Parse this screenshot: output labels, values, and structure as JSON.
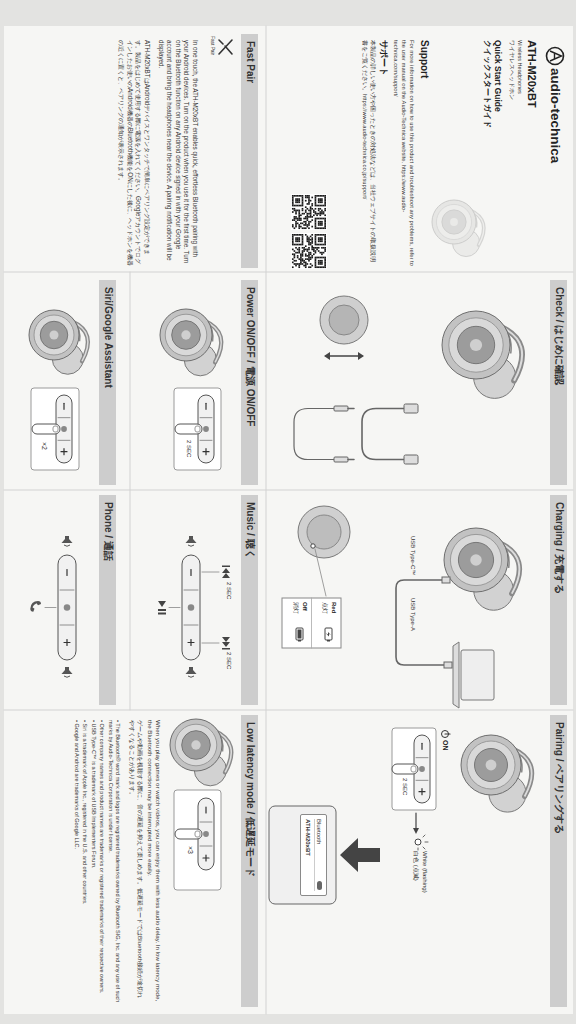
{
  "diagram": {
    "nodes": [
      {
        "text": [
          "Check / はじめに確認"
        ]
      },
      {
        "text": [
          "Charging / 充電する"
        ]
      },
      {
        "text": [
          "Pairing / ペアリングする"
        ]
      },
      {
        "text": [
          "Fast Pair"
        ]
      },
      {
        "text": [
          "Power ON/OFF / 電源 ON/OFF"
        ]
      },
      {
        "text": [
          "Music / 聴く"
        ]
      },
      {
        "text": [
          "Low latency mode / 低遅延モード"
        ]
      },
      {
        "text": [
          "Siri/Google Assistant"
        ]
      },
      {
        "text": [
          "Phone / 通話"
        ]
      },
      {
        "text": [
          "Bluetooth",
          "ATH-M20xBT"
        ]
      }
    ],
    "labels": [
      "audio-technica",
      "ATH-M20xBT",
      "Wireless Headphones",
      "ワイヤレスヘッドホン",
      "Quick Start Guide",
      "クイックスタートガイド",
      "Support",
      "For more information on how to use this product and troubleshoot any problems, refer to the user manual on the Audio-Technica website. https://www.audio-technica.com/support/",
      "サポート",
      "本製品の詳しい使い方や困ったときの対処法などは、当社ウェブサイトの取扱説明書をご覧ください。https://www.audio-technica.co.jp/support/",
      "Fast Pair",
      "In one touch, the ATH-M20xBT enables quick, effortless Bluetooth pairing with your Android devices. Turn on the product when you use it for the first time. Turn on the Bluetooth function on any Android device signed in with your Google account and bring the headphones near the device. A pairing notification will be displayed.",
      "ATH-M20xBTはAndroidデバイスとワンタッチで簡単にペアリング設定ができます。製品をはじめて使用する際に電源を入れてください。Googleアカウントでログインしたお使いのAndroid機器のBluetooth機能をONにした後に、ヘッドホンを機器の近くに置くと、ペアリングの通知が表示されます。",
      "USB Type-C™",
      "USB Type-A",
      "Red",
      "点灯",
      "Off",
      "消灯",
      "ON",
      "2 SEC",
      "White (flashing)",
      "白色 (点滅)",
      "2 SEC",
      "2 SEC",
      "2 SEC",
      "×2",
      "×3",
      "When you play games or watch videos, you can enjoy them with less audio delay. In low latency mode, the Bluetooth connection may be interrupted more easily.",
      "ゲームや動画を視聴する際に、音の遅延を抑えて楽しめます。低遅延モードではBluetooth接続が途切れやすくなることがあります。",
      "• The Bluetooth® word mark and logos are registered trademarks owned by Bluetooth SIG, Inc. and any use of such marks by Audio-Technica Corporation is under license.",
      "• Other company names and product names are trademarks or registered trademarks of their respective owners.",
      "• USB Type-C™ is a trademark of USB Implementers Forum.",
      "• Siri is a trademark of Apple Inc., registered in the U.S. and other countries.",
      "• Google and Android are trademarks of Google LLC."
    ]
  }
}
